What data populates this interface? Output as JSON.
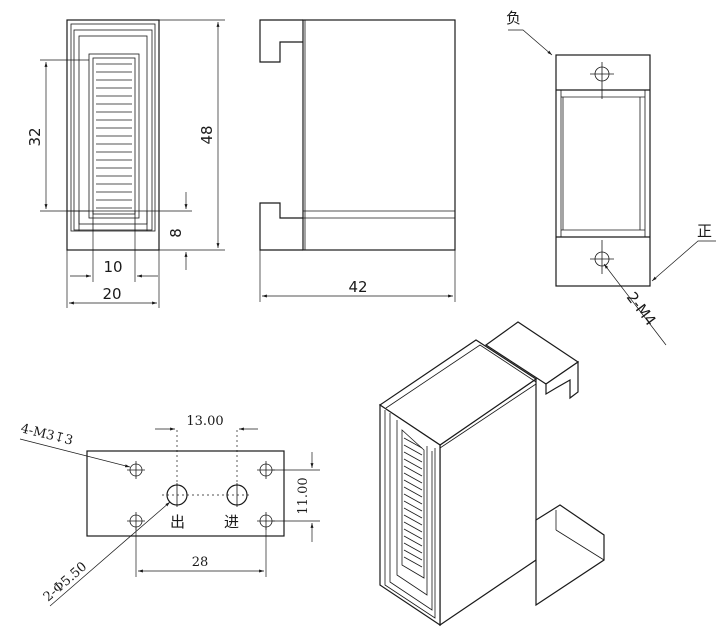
{
  "front_view": {
    "dim_height_total": "48",
    "dim_height_window": "32",
    "dim_height_base": "8",
    "dim_width_inner": "10",
    "dim_width_outer": "20"
  },
  "side_view": {
    "dim_length": "42"
  },
  "end_view": {
    "label_negative": "负",
    "label_positive": "正",
    "label_mount_thread": "2-M4"
  },
  "bottom_view": {
    "label_mount_holes": "4-M3↧3",
    "label_ports": "2-Φ5.50",
    "dim_port_spacing": "13.00",
    "dim_hole_spacing_h": "28",
    "dim_hole_spacing_v": "11.00",
    "label_outlet": "出",
    "label_inlet": "进"
  },
  "colors": {
    "line": "#1a1a1a",
    "background": "#ffffff"
  }
}
